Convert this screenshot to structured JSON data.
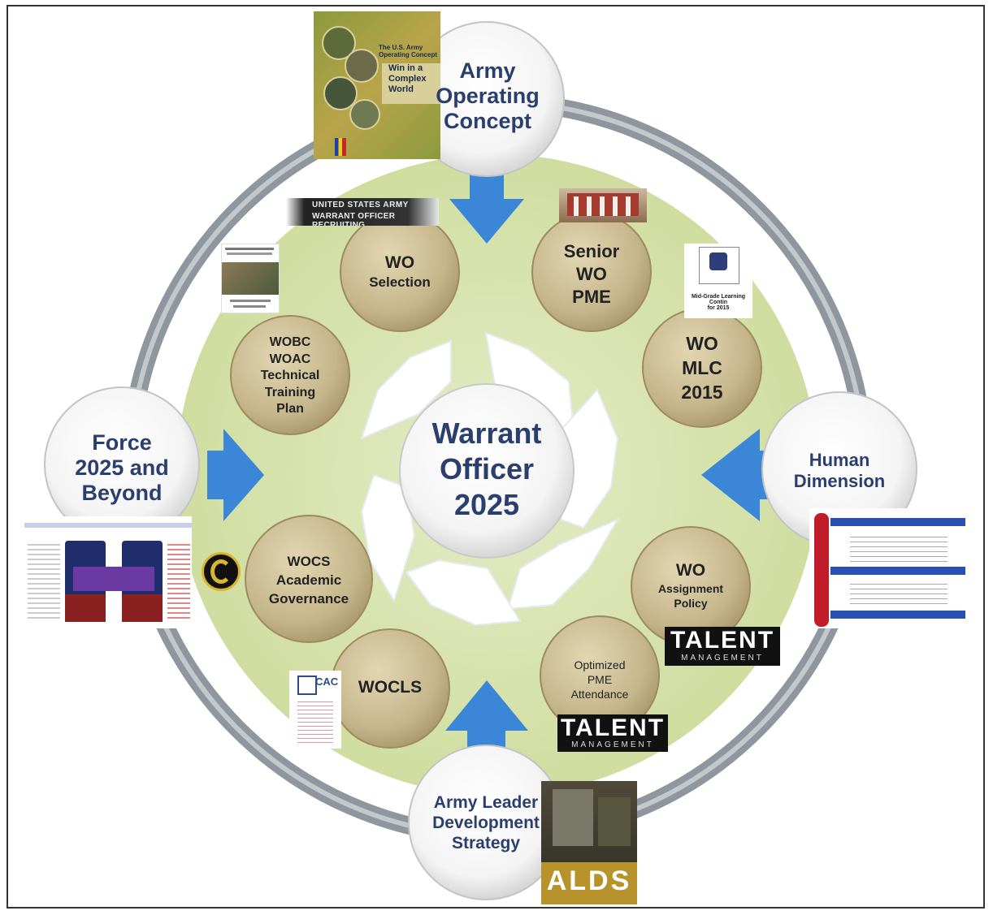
{
  "center": {
    "line1": "Warrant",
    "line2": "Officer",
    "line3": "2025"
  },
  "outer_nodes": {
    "top": {
      "lines": [
        "Army",
        "Operating",
        "Concept"
      ]
    },
    "left": {
      "lines": [
        "Force",
        "2025 and",
        "Beyond"
      ]
    },
    "right": {
      "lines": [
        "Human",
        "Dimension"
      ]
    },
    "bottom": {
      "lines": [
        "Army Leader",
        "Development",
        "Strategy"
      ]
    }
  },
  "inner_nodes": {
    "wo_selection": {
      "lines": [
        "WO",
        "Selection"
      ]
    },
    "senior_wo_pme": {
      "lines": [
        "Senior",
        "WO",
        "PME"
      ]
    },
    "wo_mlc": {
      "lines": [
        "WO",
        "MLC",
        "2015"
      ]
    },
    "wobc": {
      "lines": [
        "WOBC",
        "WOAC",
        "Technical",
        "Training",
        "Plan"
      ]
    },
    "wocs": {
      "lines": [
        "WOCS",
        "Academic",
        "Governance"
      ]
    },
    "wo_assignment": {
      "lines": [
        "WO",
        "Assignment",
        "Policy"
      ]
    },
    "wocls": {
      "lines": [
        "WOCLS"
      ]
    },
    "optimized_pme": {
      "lines": [
        "Optimized",
        "PME",
        "Attendance"
      ]
    }
  },
  "images": {
    "aoc_doc": {
      "lines": [
        "The U.S. Army",
        "Operating Concept",
        "Win in a",
        "Complex",
        "World"
      ]
    },
    "recruiting_banner": {
      "lines": [
        "UNITED STATES ARMY",
        "WARRANT OFFICER RECRUITING"
      ]
    },
    "mlc_doc": {
      "lines": [
        "Mid-Grade Learning Contin",
        "for 2015"
      ]
    },
    "talent1": {
      "big": "TALENT",
      "small": "MANAGEMENT"
    },
    "talent2": {
      "big": "TALENT",
      "small": "MANAGEMENT"
    },
    "cac": {
      "text": "CAC"
    },
    "alds": {
      "text": "ALDS"
    }
  },
  "colors": {
    "ring_fill": "#d2dfa4",
    "outer_ring": "#8f969e",
    "node_fill": "#c8b98f",
    "arrow_blue": "#3b86d6",
    "text_blue": "#2b3f6e"
  }
}
